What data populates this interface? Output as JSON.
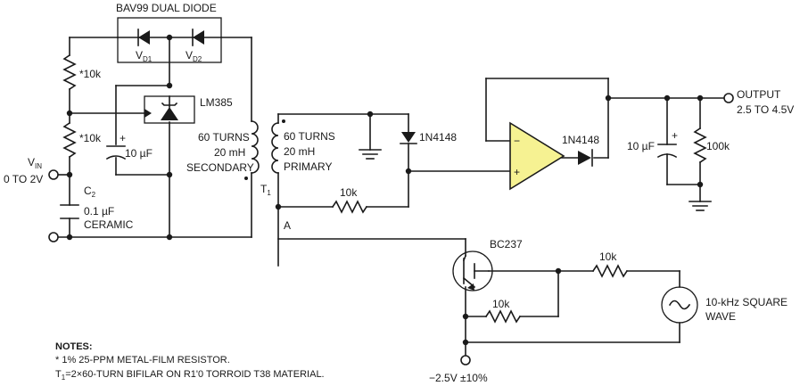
{
  "labels": {
    "diode_title": "BAV99 DUAL DIODE",
    "vd1": "V",
    "vd1_sub": "D1",
    "vd2": "V",
    "vd2_sub": "D2",
    "lm385": "LM385",
    "r_top": "*10k",
    "r_mid": "*10k",
    "cap_10uf_left": "10 µF",
    "cap_plus_left": "+",
    "vin": "V",
    "vin_sub": "IN",
    "vin_range": "0 TO 2V",
    "c2": "C",
    "c2_sub": "2",
    "c2_value": "0.1 µF",
    "c2_type": "CERAMIC",
    "sec_turns": "60 TURNS",
    "sec_ind": "20 mH",
    "sec_name": "SECONDARY",
    "t1": "T",
    "t1_sub": "1",
    "pri_turns": "60 TURNS",
    "pri_ind": "20 mH",
    "pri_name": "PRIMARY",
    "diode1": "1N4148",
    "r10k_pri": "10k",
    "node_a": "A",
    "diode2": "1N4148",
    "opamp_minus": "−",
    "opamp_plus": "+",
    "cap_10uf_out": "10 µF",
    "cap_plus_out": "+",
    "r100k": "100k",
    "output": "OUTPUT",
    "output_range": "2.5 TO 4.5V",
    "bc237": "BC237",
    "r10k_base": "10k",
    "r10k_emit": "10k",
    "sq_wave_1": "10-kHz SQUARE",
    "sq_wave_2": "WAVE",
    "neg_supply": "−2.5V ±10%"
  },
  "notes": {
    "heading": "NOTES:",
    "line1": "* 1% 25-PPM METAL-FILM RESISTOR.",
    "line2_a": "T",
    "line2_sub": "1",
    "line2_b": "=2×60-TURN BIFILAR ON R1'0 TORROID T38 MATERIAL."
  }
}
